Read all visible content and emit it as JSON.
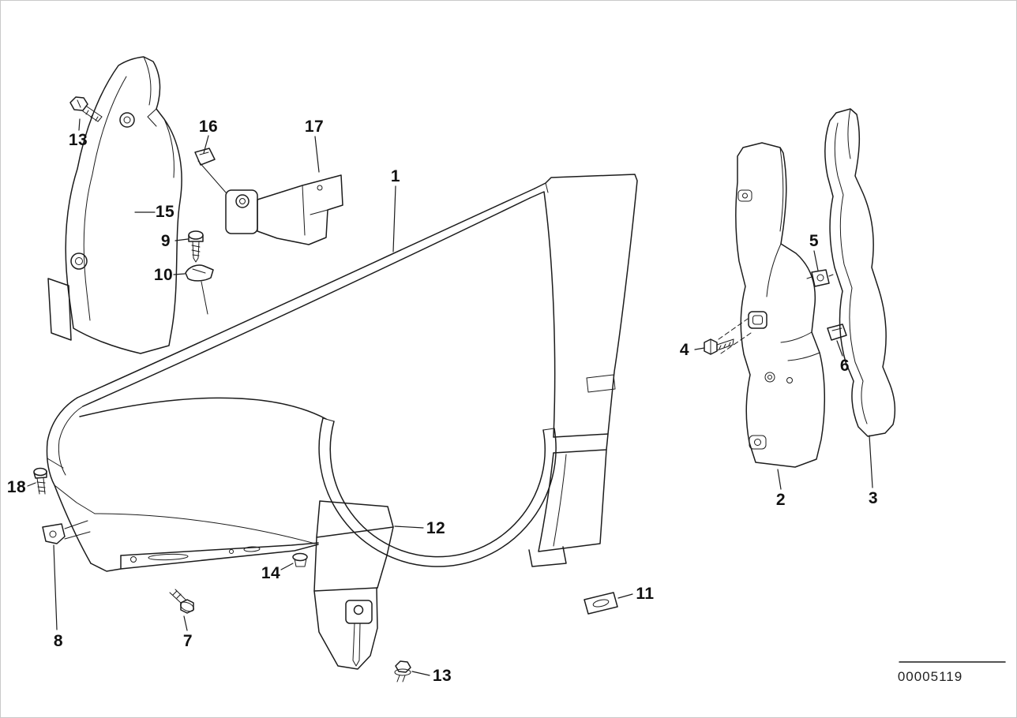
{
  "diagram": {
    "drawing_number": "00005119",
    "colors": {
      "background": "#ffffff",
      "line": "#1c1c1c"
    },
    "callouts": [
      "13",
      "16",
      "17",
      "15",
      "1",
      "9",
      "10",
      "5",
      "4",
      "6",
      "18",
      "2",
      "3",
      "12",
      "14",
      "11",
      "8",
      "7",
      "13"
    ]
  }
}
